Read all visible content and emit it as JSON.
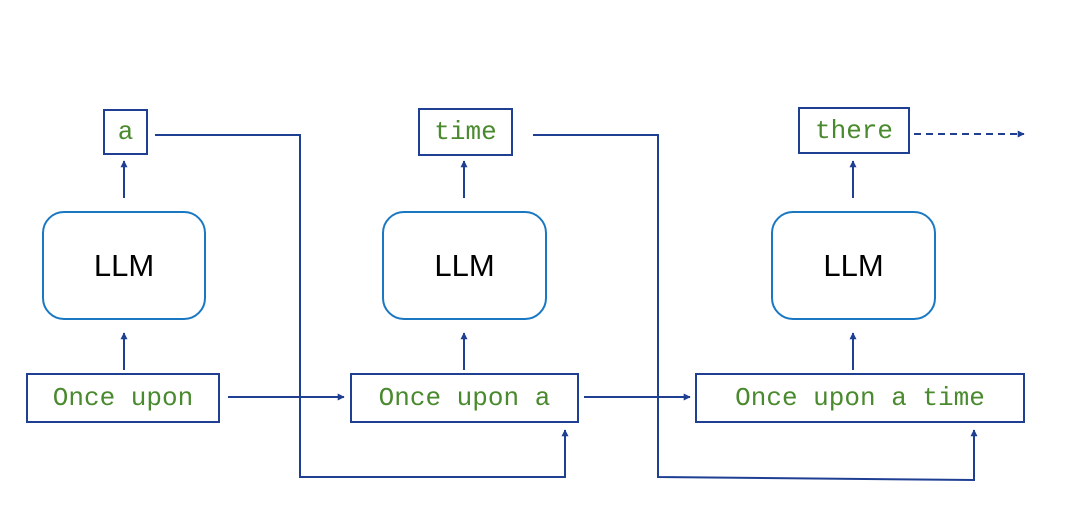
{
  "colors": {
    "connector": "#1f3f93",
    "llm_border": "#1a78c2",
    "token_text": "#4a8a2e"
  },
  "steps": [
    {
      "input": "Once upon",
      "model": "LLM",
      "output": "a"
    },
    {
      "input": "Once upon a",
      "model": "LLM",
      "output": "time"
    },
    {
      "input": "Once upon a time",
      "model": "LLM",
      "output": "there"
    }
  ]
}
